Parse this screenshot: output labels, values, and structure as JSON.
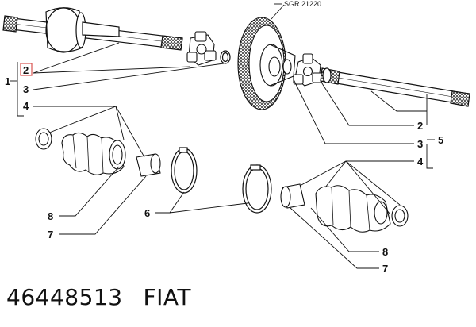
{
  "diagram": {
    "reference_code": "SGR.21220",
    "callouts": {
      "left_group": {
        "c1": "1",
        "c2": "2",
        "c3": "3",
        "c4": "4"
      },
      "right_group": {
        "c2": "2",
        "c3": "3",
        "c4": "4",
        "c5": "5"
      },
      "left_boot": {
        "c8": "8",
        "c7": "7"
      },
      "clamps": {
        "c6": "6"
      },
      "right_boot": {
        "c8": "8",
        "c7": "7"
      }
    }
  },
  "caption": {
    "part_number": "46448513",
    "brand": "FIAT"
  },
  "colors": {
    "line": "#111111",
    "highlight_box": "#d9534f"
  }
}
